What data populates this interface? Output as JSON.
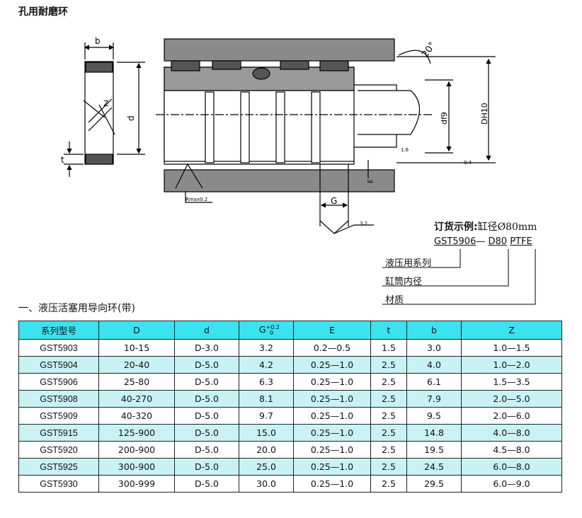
{
  "page_title": "孔用耐磨环",
  "drawing_labels": {
    "b": "b",
    "z": "Z",
    "d": "d",
    "t": "t",
    "r": "Rmax0.2",
    "g": "G",
    "e": "E",
    "angle": "20°",
    "df": "df9",
    "dh": "DH10",
    "surf1": "1.6",
    "surf2": "0.4",
    "surf3": "3.2"
  },
  "order": {
    "title": "订货示例:",
    "example": "缸径Ø80mm",
    "code_series": "GST5906",
    "code_sep": "—",
    "code_bore": "D80",
    "code_material": "PTFE",
    "legend": [
      "液压用系列",
      "缸筒内径",
      "材质"
    ]
  },
  "section_title": "一、液压活塞用导向环(带)",
  "table": {
    "headers": [
      "系列型号",
      "D",
      "d",
      "G",
      "E",
      "t",
      "b",
      "Z"
    ],
    "g_sup": "+0.2",
    "g_sub": "0",
    "rows": [
      [
        "GST5903",
        "10-15",
        "D-3.0",
        "3.2",
        "0.2—0.5",
        "1.5",
        "3.0",
        "1.0—1.5"
      ],
      [
        "GST5904",
        "20-40",
        "D-5.0",
        "4.2",
        "0.25—1.0",
        "2.5",
        "4.0",
        "1.0—2.0"
      ],
      [
        "GST5906",
        "25-80",
        "D-5.0",
        "6.3",
        "0.25—1.0",
        "2.5",
        "6.1",
        "1.5—3.5"
      ],
      [
        "GST5908",
        "40-270",
        "D-5.0",
        "8.1",
        "0.25—1.0",
        "2.5",
        "7.9",
        "2.0—5.0"
      ],
      [
        "GST5909",
        "40-320",
        "D-5.0",
        "9.7",
        "0.25—1.0",
        "2.5",
        "9.5",
        "2.0—6.0"
      ],
      [
        "GST5915",
        "125-900",
        "D-5.0",
        "15.0",
        "0.25—1.0",
        "2.5",
        "14.8",
        "4.0—8.0"
      ],
      [
        "GST5920",
        "200-900",
        "D-5.0",
        "20.0",
        "0.25—1.0",
        "2.5",
        "19.5",
        "4.5—8.0"
      ],
      [
        "GST5925",
        "300-900",
        "D-5.0",
        "25.0",
        "0.25—1.0",
        "2.5",
        "24.5",
        "6.0—8.0"
      ],
      [
        "GST5930",
        "300-999",
        "D-5.0",
        "30.0",
        "0.25—1.0",
        "2.5",
        "29.5",
        "6.0—9.0"
      ]
    ]
  }
}
